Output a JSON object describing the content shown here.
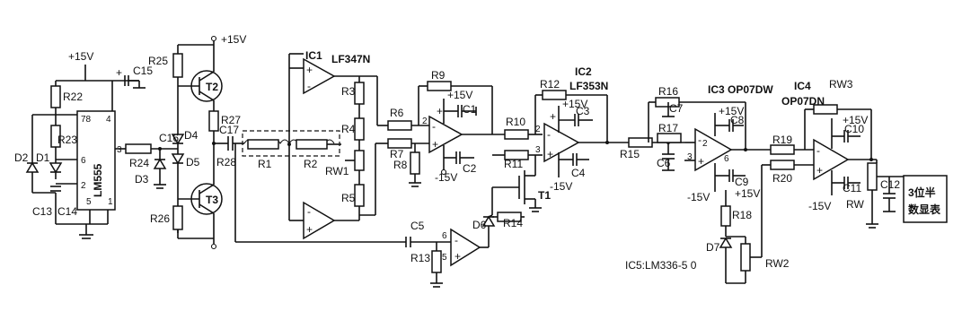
{
  "supply": {
    "plus15_a": "+15V",
    "plus15_b": "+15V",
    "plus15_c": "+15V",
    "plus15_d": "+15V",
    "plus15_e": "+15V",
    "plus15_f": "+15V",
    "plus15_g": "+15V",
    "minus15_a": "-15V",
    "minus15_b": "-15V",
    "minus15_c": "-15V",
    "minus15_d": "-15V"
  },
  "ics": {
    "lm555": "LM555",
    "ic1": "IC1",
    "ic1_part": "LF347N",
    "ic2": "IC2",
    "ic2_part": "LF353N",
    "ic3": "IC3 OP07DW",
    "ic4": "IC4",
    "ic4_part": "OP07DN",
    "ic5": "IC5:LM336-5 0"
  },
  "resistors": [
    "R1",
    "R2",
    "R3",
    "R4",
    "R5",
    "R6",
    "R7",
    "R8",
    "R9",
    "R10",
    "R11",
    "R12",
    "R13",
    "R14",
    "R15",
    "R16",
    "R17",
    "R18",
    "R19",
    "R20",
    "R22",
    "R23",
    "R24",
    "R25",
    "R26",
    "R27",
    "R28"
  ],
  "capacitors": [
    "C1",
    "C2",
    "C3",
    "C4",
    "C5",
    "C6",
    "C7",
    "C8",
    "C9",
    "C10",
    "C11",
    "C12",
    "C13",
    "C14",
    "C15",
    "C16",
    "C17"
  ],
  "diodes": [
    "D1",
    "D2",
    "D3",
    "D4",
    "D5",
    "D6",
    "D7"
  ],
  "transistors": [
    "T1",
    "T2",
    "T3"
  ],
  "pots": {
    "rw1": "RW1",
    "rw2": "RW2",
    "rw3": "RW3",
    "rw4": "RW"
  },
  "pins": {
    "p78": "78",
    "p4": "4",
    "p6": "6",
    "p3": "3",
    "p2": "2",
    "p5": "5",
    "p1": "1"
  },
  "display": {
    "line1": "3位半",
    "line2": "数显表"
  }
}
